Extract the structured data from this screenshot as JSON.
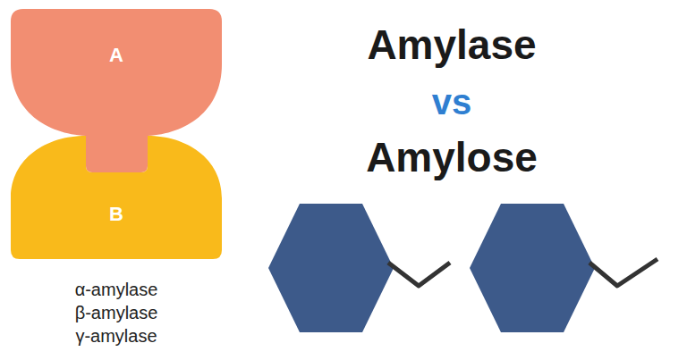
{
  "diagram": {
    "nodes": [
      {
        "text": [
          "A"
        ]
      },
      {
        "text": [
          "B"
        ]
      }
    ],
    "labels": [
      "Amylase",
      "vs",
      "Amylose",
      "α-amylase",
      "β-amylase",
      "γ-amylase"
    ]
  }
}
